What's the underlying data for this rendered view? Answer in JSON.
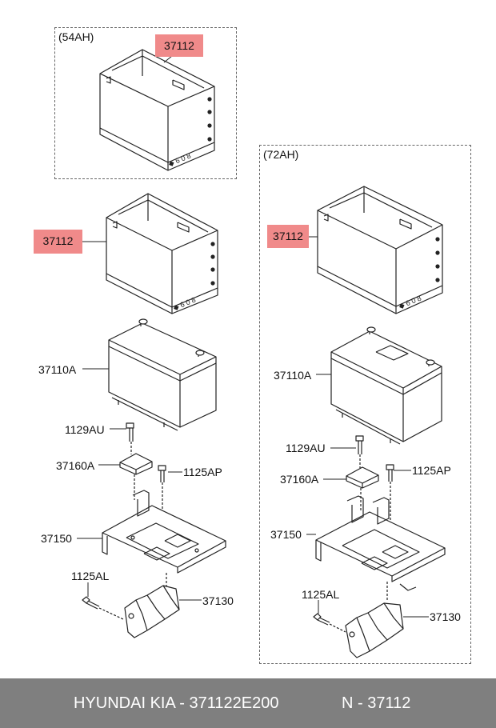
{
  "groups": {
    "top": {
      "label": "(54AH)"
    },
    "right": {
      "label": "(72AH)"
    }
  },
  "parts": {
    "box_54_top": "37112",
    "box_left": "37112",
    "box_right": "37112",
    "battery_left": "37110A",
    "battery_right": "37110A",
    "bolt_au_left": "1129AU",
    "bolt_au_right": "1129AU",
    "clamp_left": "37160A",
    "clamp_right": "37160A",
    "bolt_ap_left": "1125AP",
    "bolt_ap_right": "1125AP",
    "tray_left": "37150",
    "tray_right": "37150",
    "bolt_al_left": "1125AL",
    "bolt_al_right": "1125AL",
    "bracket_left": "37130",
    "bracket_right": "37130"
  },
  "colors": {
    "highlight": "#f08a8a",
    "footer_bg": "#7f7f7f",
    "line": "#222222"
  },
  "footer": {
    "brand": "HYUNDAI  KIA - 371122E200",
    "code": "N - 37112"
  }
}
